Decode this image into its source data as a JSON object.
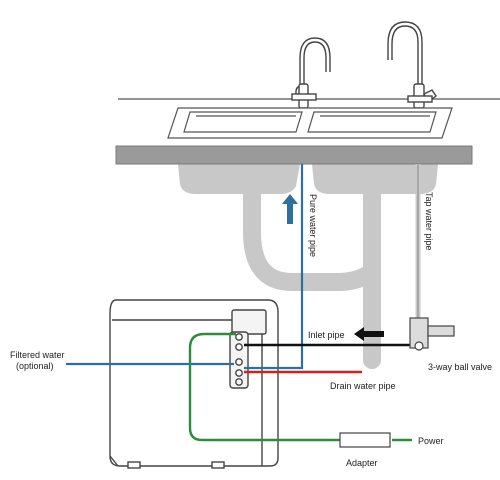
{
  "labels": {
    "pure_water_pipe": "Pure water pipe",
    "tap_water_pipe": "Tap water pipe",
    "inlet_pipe": "Inlet pipe",
    "filtered_water_line1": "Filtered water",
    "filtered_water_line2": "(optional)",
    "three_way_ball_valve": "3-way ball valve",
    "drain_water_pipe": "Drain water pipe",
    "power": "Power",
    "adapter": "Adapter"
  },
  "colors": {
    "pure_water": "#2f6f9f",
    "inlet": "#111111",
    "drain": "#d42020",
    "power": "#2e8b3c",
    "plumbing": "#c8c8c8",
    "counter": "#9a9a9a",
    "outline": "#444444"
  },
  "icons": {
    "upward_arrow": "blue-up-arrow",
    "inlet_arrow": "black-left-arrow"
  }
}
